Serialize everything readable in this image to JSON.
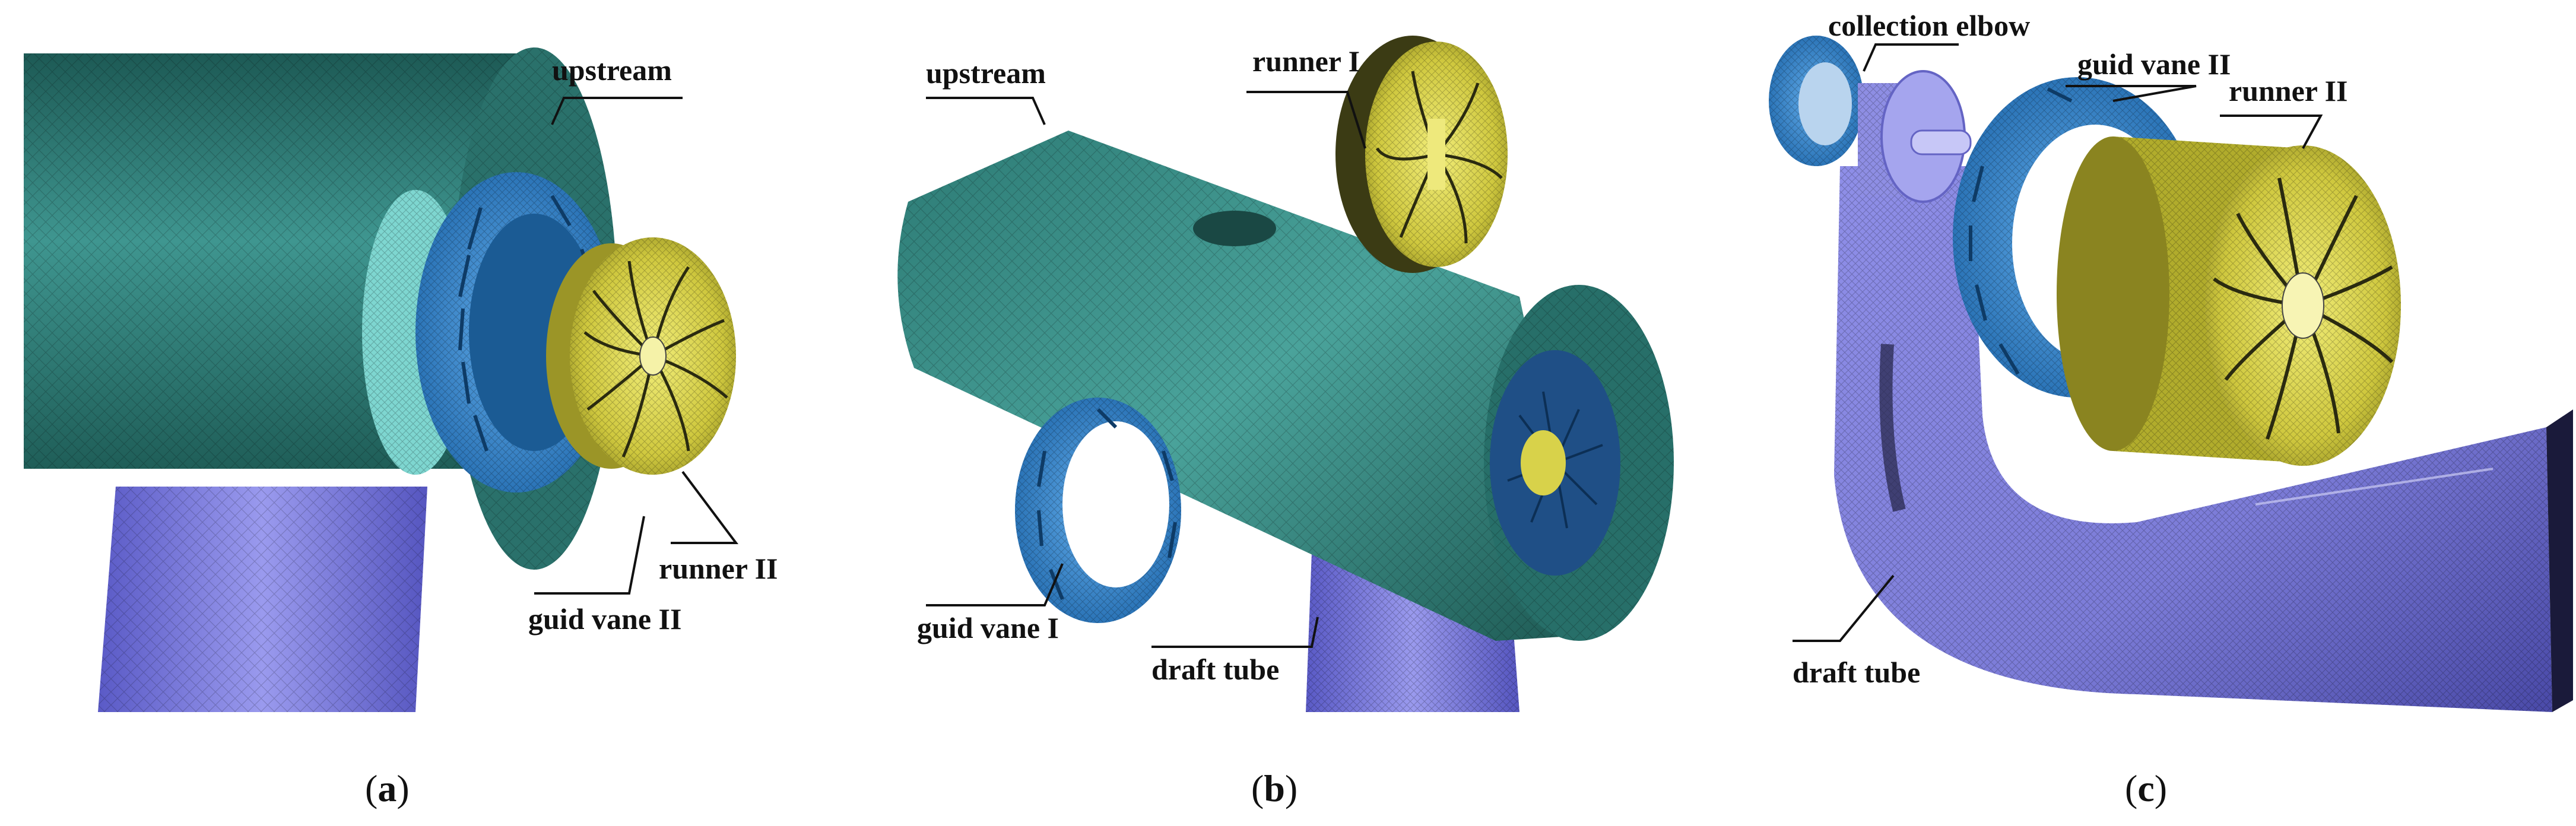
{
  "panels": [
    {
      "id": "a",
      "caption_open": "(",
      "caption_letter": "a",
      "caption_close": ")",
      "labels": {
        "upstream": "upstream",
        "runner": "runner II",
        "guide_vane": "guid vane II"
      }
    },
    {
      "id": "b",
      "caption_open": "(",
      "caption_letter": "b",
      "caption_close": ")",
      "labels": {
        "upstream": "upstream",
        "runner": "runner I",
        "guide_vane": "guid vane  I",
        "draft_tube": "draft tube"
      }
    },
    {
      "id": "c",
      "caption_open": "(",
      "caption_letter": "c",
      "caption_close": ")",
      "labels": {
        "collection_elbow": "collection elbow",
        "guide_vane": "guid vane II",
        "runner": "runner II",
        "draft_tube": "draft tube"
      }
    }
  ],
  "colors": {
    "upstream_mesh": "#2f7f78",
    "guide_vane": "#2e7fc6",
    "runner": "#d8d24a",
    "draft_tube": "#7777d6"
  }
}
